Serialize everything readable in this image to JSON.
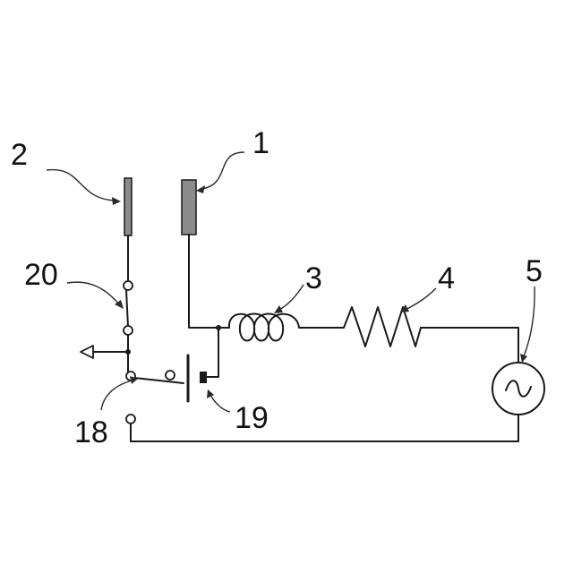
{
  "labels": {
    "electrode_1": "1",
    "electrode_2": "2",
    "inductor": "3",
    "resistor": "4",
    "ac_source": "5",
    "switch_18": "18",
    "switch_19": "19",
    "switch_20": "20"
  },
  "colors": {
    "line": "#1a1a1a",
    "electrode_fill": "#8c8c8c",
    "background": "#ffffff"
  },
  "icons": {
    "source": "ac-sine-icon",
    "output": "arrow-left-icon"
  }
}
